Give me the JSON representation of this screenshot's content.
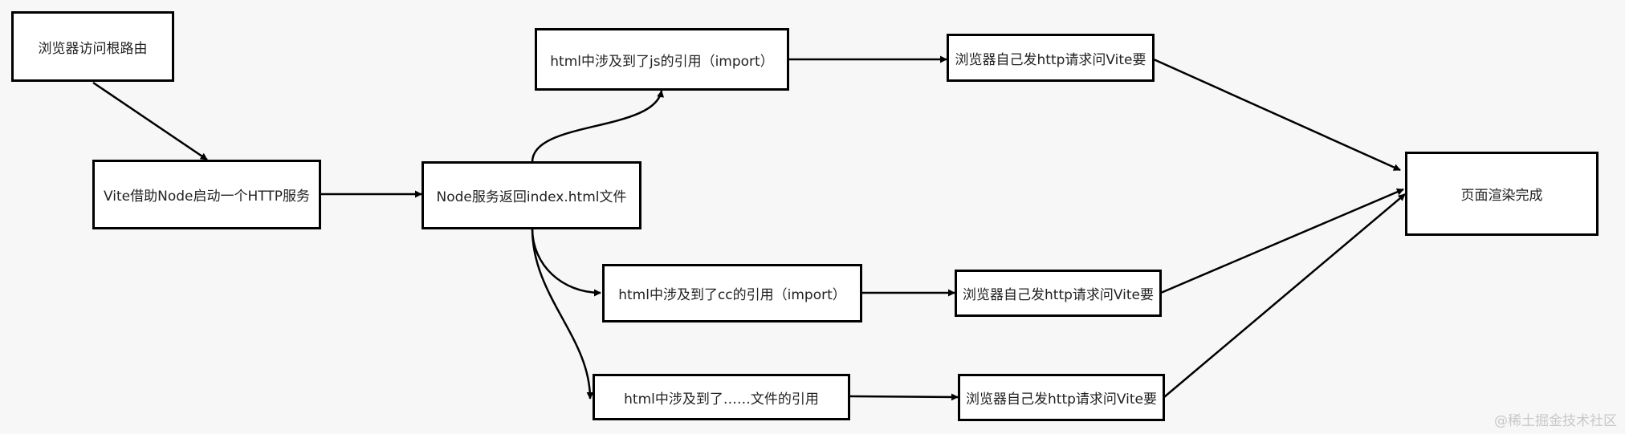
{
  "diagram": {
    "nodes": {
      "start": "浏览器访问根路由",
      "vite_server": "Vite借助Node启动一个HTTP服务",
      "node_return": "Node服务返回index.html文件",
      "html_js": "html中涉及到了js的引用（import）",
      "html_css": "html中涉及到了cc的引用（import）",
      "html_other": "html中涉及到了……文件的引用",
      "req_js": "浏览器自己发http请求问Vite要",
      "req_css": "浏览器自己发http请求问Vite要",
      "req_other": "浏览器自己发http请求问Vite要",
      "done": "页面渲染完成"
    },
    "edges": [
      {
        "from": "start",
        "to": "vite_server"
      },
      {
        "from": "vite_server",
        "to": "node_return"
      },
      {
        "from": "node_return",
        "to": "html_js"
      },
      {
        "from": "node_return",
        "to": "html_css"
      },
      {
        "from": "node_return",
        "to": "html_other"
      },
      {
        "from": "html_js",
        "to": "req_js"
      },
      {
        "from": "html_css",
        "to": "req_css"
      },
      {
        "from": "html_other",
        "to": "req_other"
      },
      {
        "from": "req_js",
        "to": "done"
      },
      {
        "from": "req_css",
        "to": "done"
      },
      {
        "from": "req_other",
        "to": "done"
      }
    ]
  },
  "watermark": "@稀土掘金技术社区",
  "colors": {
    "background": "#f7f7f7",
    "node_fill": "#ffffff",
    "stroke": "#000000"
  }
}
